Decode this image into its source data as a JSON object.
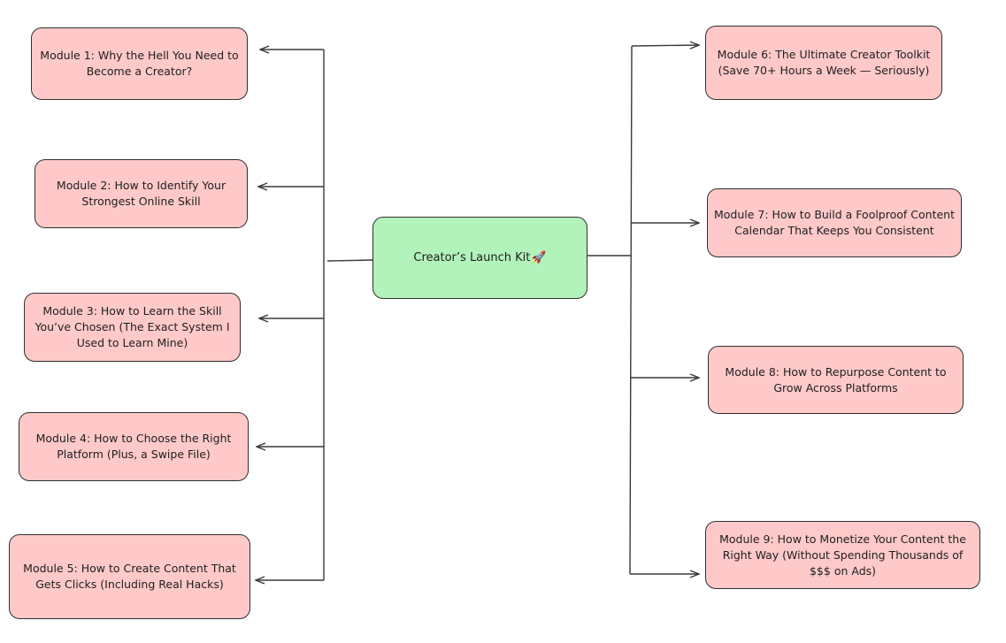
{
  "root": {
    "label": "Creator’s Launch Kit",
    "emoji": "🚀",
    "fill": "#b2f2bb"
  },
  "colors": {
    "module_fill": "#ffc9c9",
    "stroke": "#2f2f2f",
    "line": "#3a3a3a"
  },
  "left_modules": [
    {
      "label": "Module 1: Why the Hell You Need to Become a Creator?"
    },
    {
      "label": "Module 2: How to Identify Your Strongest Online Skill"
    },
    {
      "label": "Module 3: How to Learn the Skill You’ve Chosen (The Exact System I Used to Learn Mine)"
    },
    {
      "label": "Module 4: How to Choose the Right Platform (Plus, a Swipe File)"
    },
    {
      "label": "Module 5: How to Create Content That Gets Clicks (Including Real Hacks)"
    }
  ],
  "right_modules": [
    {
      "label": "Module 6: The Ultimate Creator Toolkit (Save 70+ Hours a Week — Seriously)"
    },
    {
      "label": "Module 7: How to Build a Foolproof Content Calendar That Keeps You Consistent"
    },
    {
      "label": "Module 8: How to Repurpose Content to Grow Across Platforms"
    },
    {
      "label": "Module 9: How to Monetize Your Content the Right Way (Without Spending Thousands of $$$ on Ads)"
    }
  ]
}
